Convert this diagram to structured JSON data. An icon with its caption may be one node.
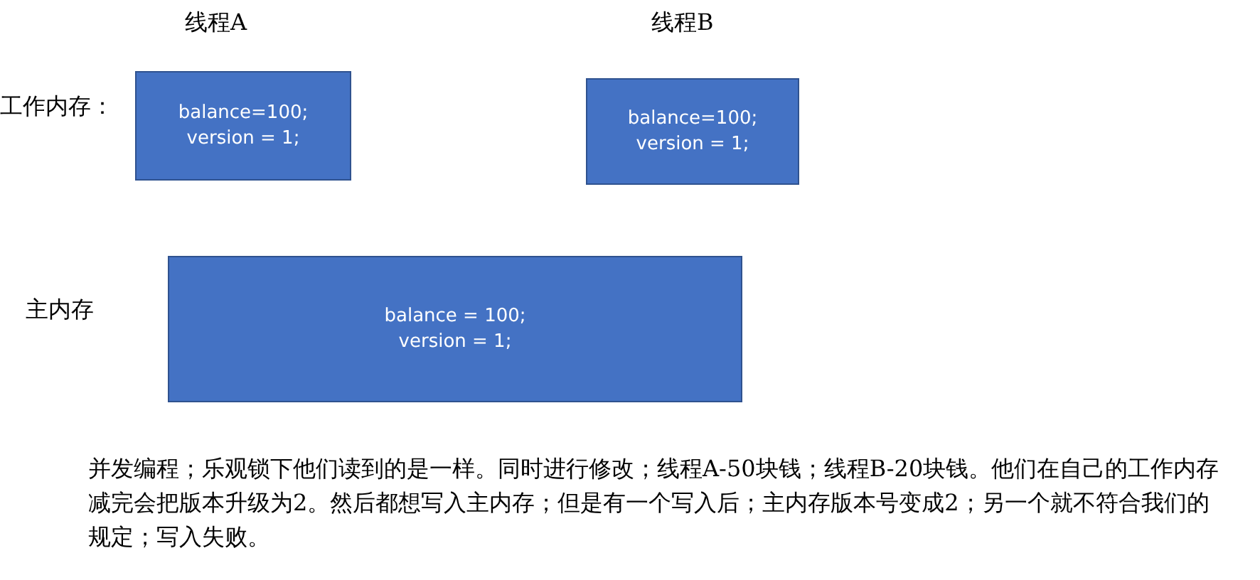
{
  "diagram": {
    "caption": "并发编程；乐观锁下他们读到的是一样。同时进行修改；线程A-50块钱；线程B-20块钱。他们在自己的工作内存减完会把版本升级为2。然后都想写入主内存；但是有一个写入后；主内存版本号变成2；另一个就不符合我们的规定；写入失败。",
    "nodes": [
      {
        "text": [
          "线程A",
          "balance=100; version = 1;"
        ]
      },
      {
        "text": [
          "线程B",
          "balance=100; version = 1;"
        ]
      },
      {
        "text": [
          "balance = 100; version = 1;"
        ],
        "beside": [
          "主内存"
        ]
      }
    ],
    "labels": [
      "工作内存："
    ]
  }
}
